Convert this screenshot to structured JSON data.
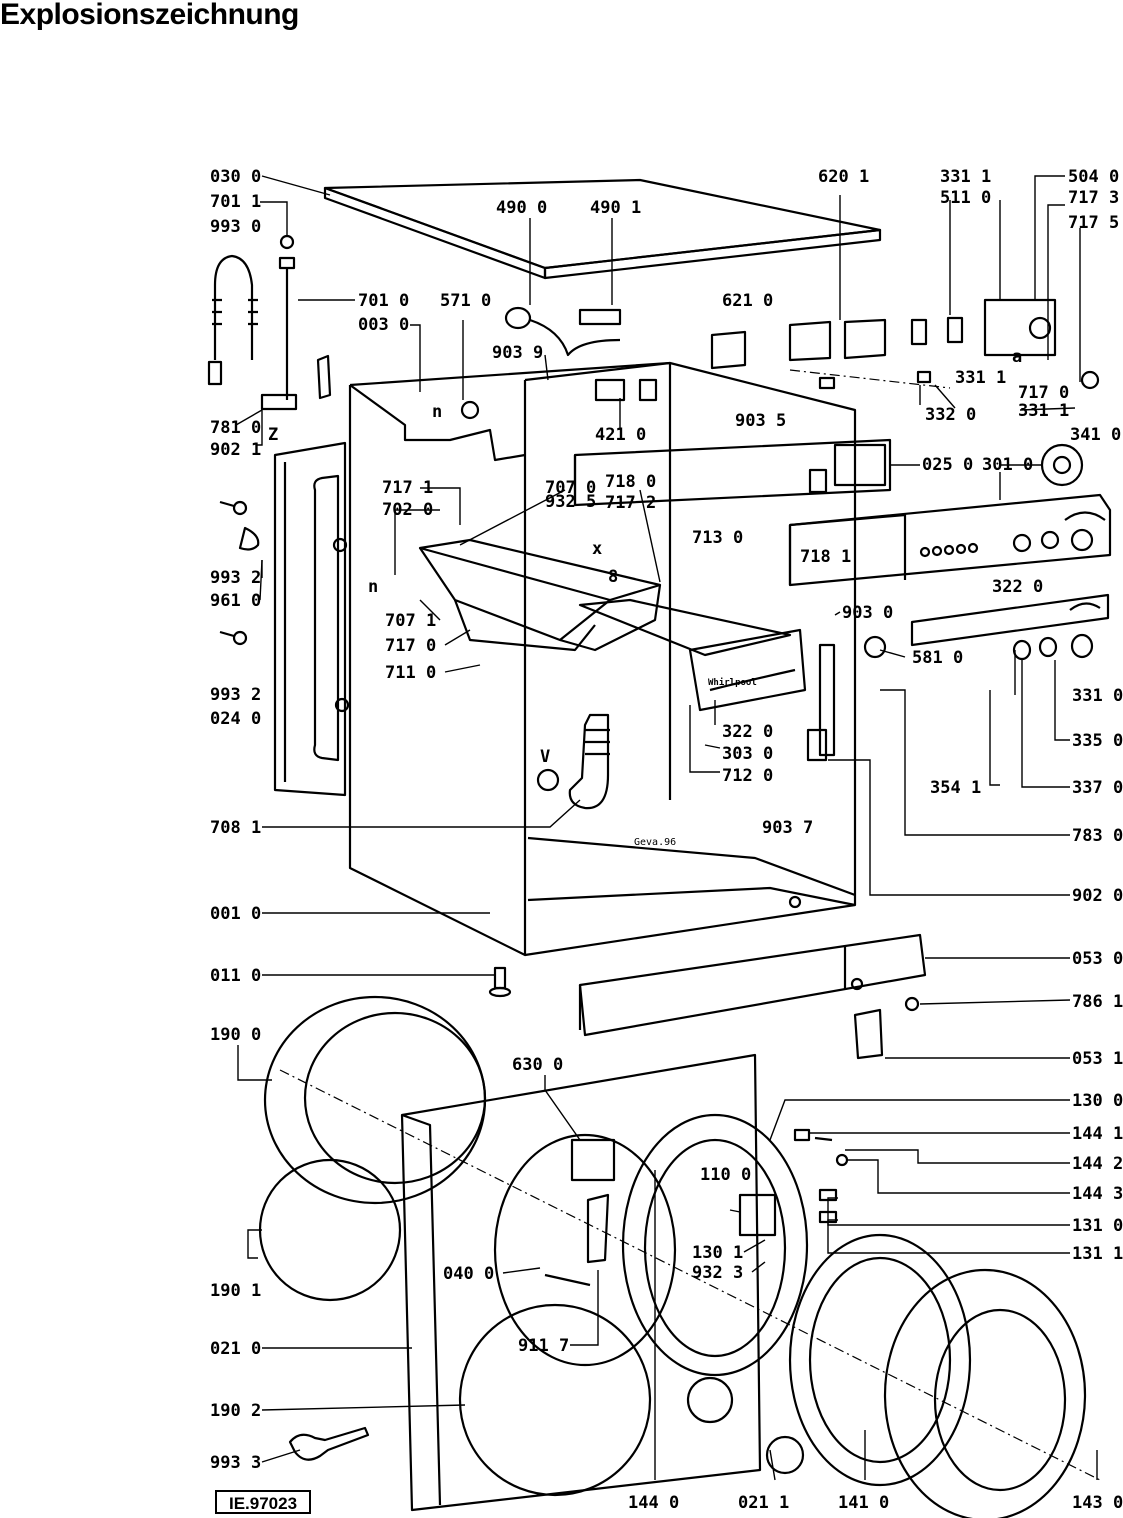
{
  "title": "Explosionszeichnung",
  "document_code": "IE.97023",
  "labels": [
    "030 0",
    "701 1",
    "993 0",
    "701 0",
    "003 0",
    "571 0",
    "490 0",
    "490 1",
    "903 9",
    "421 0",
    "620 1",
    "621 0",
    "331 1",
    "511 0",
    "504 0",
    "717 3",
    "717 5",
    "331 1",
    "332 0",
    "717 0",
    "331 1",
    "341 0",
    "301 0",
    "025 0",
    "903 5",
    "781 0",
    "902 1",
    "717 1",
    "702 0",
    "707 0",
    "932 5",
    "718 0",
    "717 2",
    "713 0",
    "718 1",
    "993 2",
    "961 0",
    "707 1",
    "717 0",
    "711 0",
    "322 0",
    "903 0",
    "581 0",
    "993 2",
    "024 0",
    "322 0",
    "303 0",
    "712 0",
    "331 0",
    "335 0",
    "354 1",
    "337 0",
    "708 1",
    "903 7",
    "783 0",
    "001 0",
    "902 0",
    "011 0",
    "053 0",
    "786 1",
    "053 1",
    "190 0",
    "630 0",
    "130 0",
    "144 1",
    "110 0",
    "144 2",
    "144 3",
    "131 0",
    "131 1",
    "130 1",
    "932 3",
    "040 0",
    "190 1",
    "911 7",
    "021 0",
    "190 2",
    "993 3",
    "144 0",
    "021 1",
    "141 0",
    "143 0"
  ],
  "small_marks": [
    "n",
    "Z",
    "n",
    "x",
    "8",
    "a",
    "V",
    "Geva.96"
  ],
  "brand_text": "Whirlpool"
}
